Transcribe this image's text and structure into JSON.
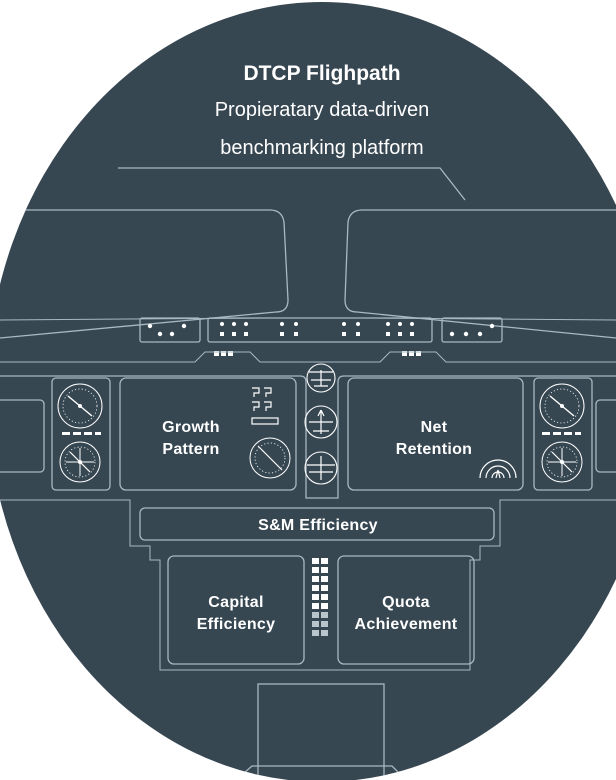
{
  "header": {
    "title": "DTCP Flighpath",
    "subtitle_line1": "Propieratary data-driven",
    "subtitle_line2": "benchmarking platform"
  },
  "panels": {
    "growth": {
      "line1": "Growth",
      "line2": "Pattern"
    },
    "retention": {
      "line1": "Net",
      "line2": "Retention"
    },
    "sm_efficiency": {
      "label": "S&M Efficiency"
    },
    "capital": {
      "line1": "Capital",
      "line2": "Efficiency"
    },
    "quota": {
      "line1": "Quota",
      "line2": "Achievement"
    }
  },
  "colors": {
    "background": "#374752",
    "line": "#a9b8c2",
    "text": "#ffffff",
    "page": "#ffffff"
  }
}
